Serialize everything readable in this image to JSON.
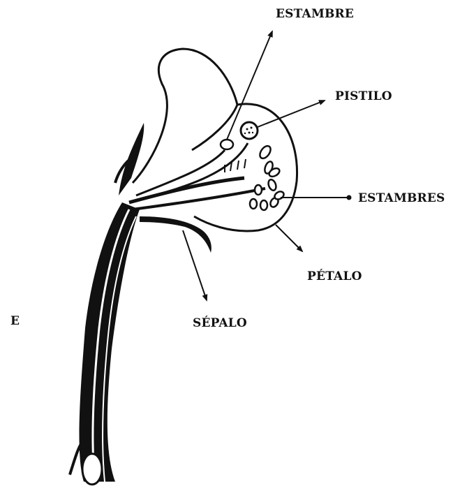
{
  "panel_letter": "E",
  "labels": {
    "estambre": "ESTAMBRE",
    "pistilo": "PISTILO",
    "estambres": "ESTAMBRES",
    "petalo": "PÉTALO",
    "sepalo": "SÉPALO"
  },
  "colors": {
    "ink": "#111111",
    "paper": "#ffffff"
  }
}
